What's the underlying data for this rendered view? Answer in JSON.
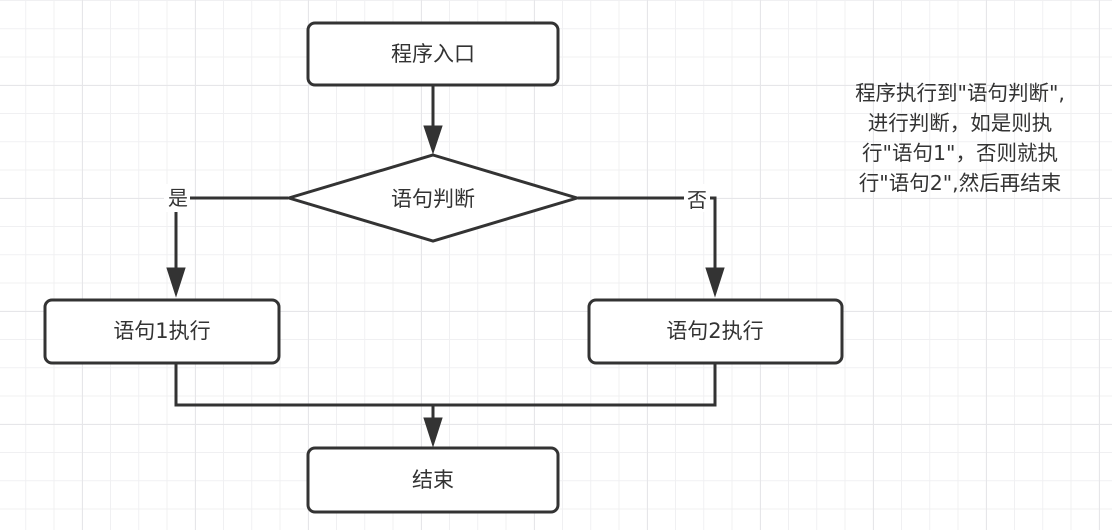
{
  "diagram": {
    "type": "flowchart",
    "nodes": [
      {
        "id": "start",
        "label": "程序入口",
        "shape": "rounded-rect"
      },
      {
        "id": "decision",
        "label": "语句判断",
        "shape": "diamond"
      },
      {
        "id": "stmt1",
        "label": "语句1执行",
        "shape": "rounded-rect"
      },
      {
        "id": "stmt2",
        "label": "语句2执行",
        "shape": "rounded-rect"
      },
      {
        "id": "end",
        "label": "结束",
        "shape": "rounded-rect"
      }
    ],
    "edges": [
      {
        "id": "start-to-decision",
        "from": "start",
        "to": "decision",
        "label": ""
      },
      {
        "id": "decision-to-stmt1",
        "from": "decision",
        "to": "stmt1",
        "label": "是"
      },
      {
        "id": "decision-to-stmt2",
        "from": "decision",
        "to": "stmt2",
        "label": "否"
      },
      {
        "id": "stmt1-to-end",
        "from": "stmt1",
        "to": "end",
        "label": ""
      },
      {
        "id": "stmt2-to-end",
        "from": "stmt2",
        "to": "end",
        "label": ""
      }
    ],
    "annotation": {
      "lines": [
        "程序执行到\"语句判断\",",
        "进行判断，如是则执",
        "行\"语句1\"，否则就执",
        "行\"语句2\",然后再结束"
      ]
    },
    "colors": {
      "stroke": "#333333",
      "node_fill": "#ffffff",
      "text": "#333333",
      "grid_minor": "#f0f0f2",
      "grid_major": "#e6e6e9"
    }
  }
}
